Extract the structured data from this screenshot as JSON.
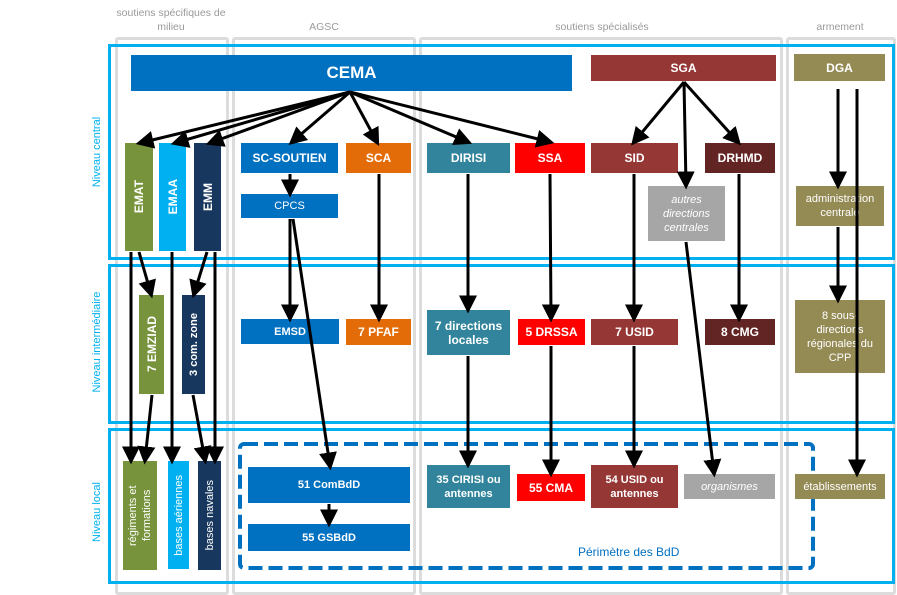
{
  "colors": {
    "level_border": "#00b0f0",
    "column_border": "#dcdcdc",
    "cema_blue": "#0070c0",
    "sga_red": "#953735",
    "dga_olive": "#948a54",
    "emat_green": "#77933c",
    "emaa_cyan": "#00b0f0",
    "emm_navy": "#17375e",
    "sca_orange": "#e36c09",
    "dirisi_teal": "#31849b",
    "ssa_red": "#ff0000",
    "drhmd_maroon": "#632523",
    "autres_gray": "#a6a6a6",
    "perimetre_blue": "#0070c0"
  },
  "columns": [
    {
      "id": "milieu",
      "label": "soutiens spécifiques de milieu"
    },
    {
      "id": "agsc",
      "label": "AGSC"
    },
    {
      "id": "specialises",
      "label": "soutiens spécialisés"
    },
    {
      "id": "armement",
      "label": "armement"
    }
  ],
  "levels": [
    {
      "id": "central",
      "label": "Niveau central"
    },
    {
      "id": "intermediaire",
      "label": "Niveau intermédiaire"
    },
    {
      "id": "local",
      "label": "Niveau local"
    }
  ],
  "nodes": {
    "cema": "CEMA",
    "sga": "SGA",
    "dga": "DGA",
    "emat": "EMAT",
    "emaa": "EMAA",
    "emm": "EMM",
    "sc_soutien": "SC-SOUTIEN",
    "sca": "SCA",
    "dirisi": "DIRISI",
    "ssa": "SSA",
    "sid": "SID",
    "drhmd": "DRHMD",
    "cpcs": "CPCS",
    "autres_directions": "autres directions centrales",
    "administration_centrale": "administration centrale",
    "emziad": "7 EMZIAD",
    "com_zone": "3 com. zone",
    "emsd": "EMSD",
    "pfaf": "7 PFAF",
    "directions_locales": "7 directions locales",
    "drssa": "5 DRSSA",
    "usid7": "7 USID",
    "cmg": "8 CMG",
    "sous_directions": "8 sous-directions régionales du CPP",
    "regiments": "régiments et formations",
    "bases_aeriennes": "bases aériennes",
    "bases_navales": "bases navales",
    "combdd": "51 ComBdD",
    "gsbdd": "55 GSBdD",
    "cirisi": "35 CIRISI ou antennes",
    "cma": "55 CMA",
    "usid54": "54 USID ou antennes",
    "organismes": "organismes",
    "etablissements": "établissements"
  },
  "perimetre_label": "Périmètre des BdD"
}
